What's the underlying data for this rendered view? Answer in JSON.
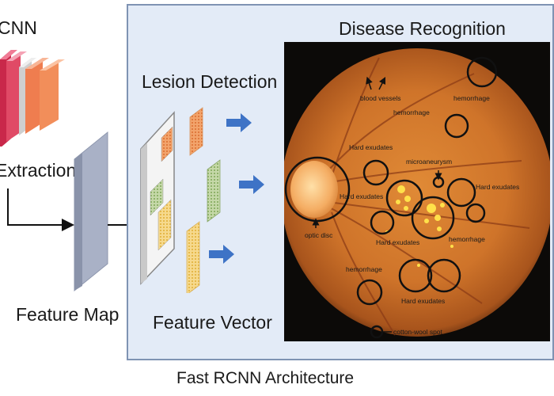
{
  "left": {
    "cnn_label": "CNN",
    "extraction_label": "Extraction",
    "feature_map_label": "Feature Map"
  },
  "panel": {
    "lesion_detection_label": "Lesion Detection",
    "feature_vector_label": "Feature Vector",
    "disease_recognition_title": "Disease Recognition"
  },
  "fundus": {
    "annotations": {
      "blood_vessels": "blood vessels",
      "hemorrhage_1": "hemorrhage",
      "hemorrhage_2": "hemorrhage",
      "hemorrhage_3": "hemorrhage",
      "hemorrhage_4": "hemorrhage",
      "hard_exudates_1": "Hard exudates",
      "hard_exudates_2": "Hard exudates",
      "hard_exudates_3": "Hard exudates",
      "hard_exudates_4": "Hard exudates",
      "hard_exudates_5": "Hard exudates",
      "microaneurysm": "microaneurysm",
      "optic_disc": "optic disc",
      "cotton_wool_spot": "cotton-wool spot"
    }
  },
  "caption": "Fast RCNN Architecture",
  "colors": {
    "panel_bg": "#e3ebf7",
    "panel_border": "#7f93b3",
    "arrow_blue": "#3e73c6",
    "retina_orange": "#d07a2b"
  }
}
